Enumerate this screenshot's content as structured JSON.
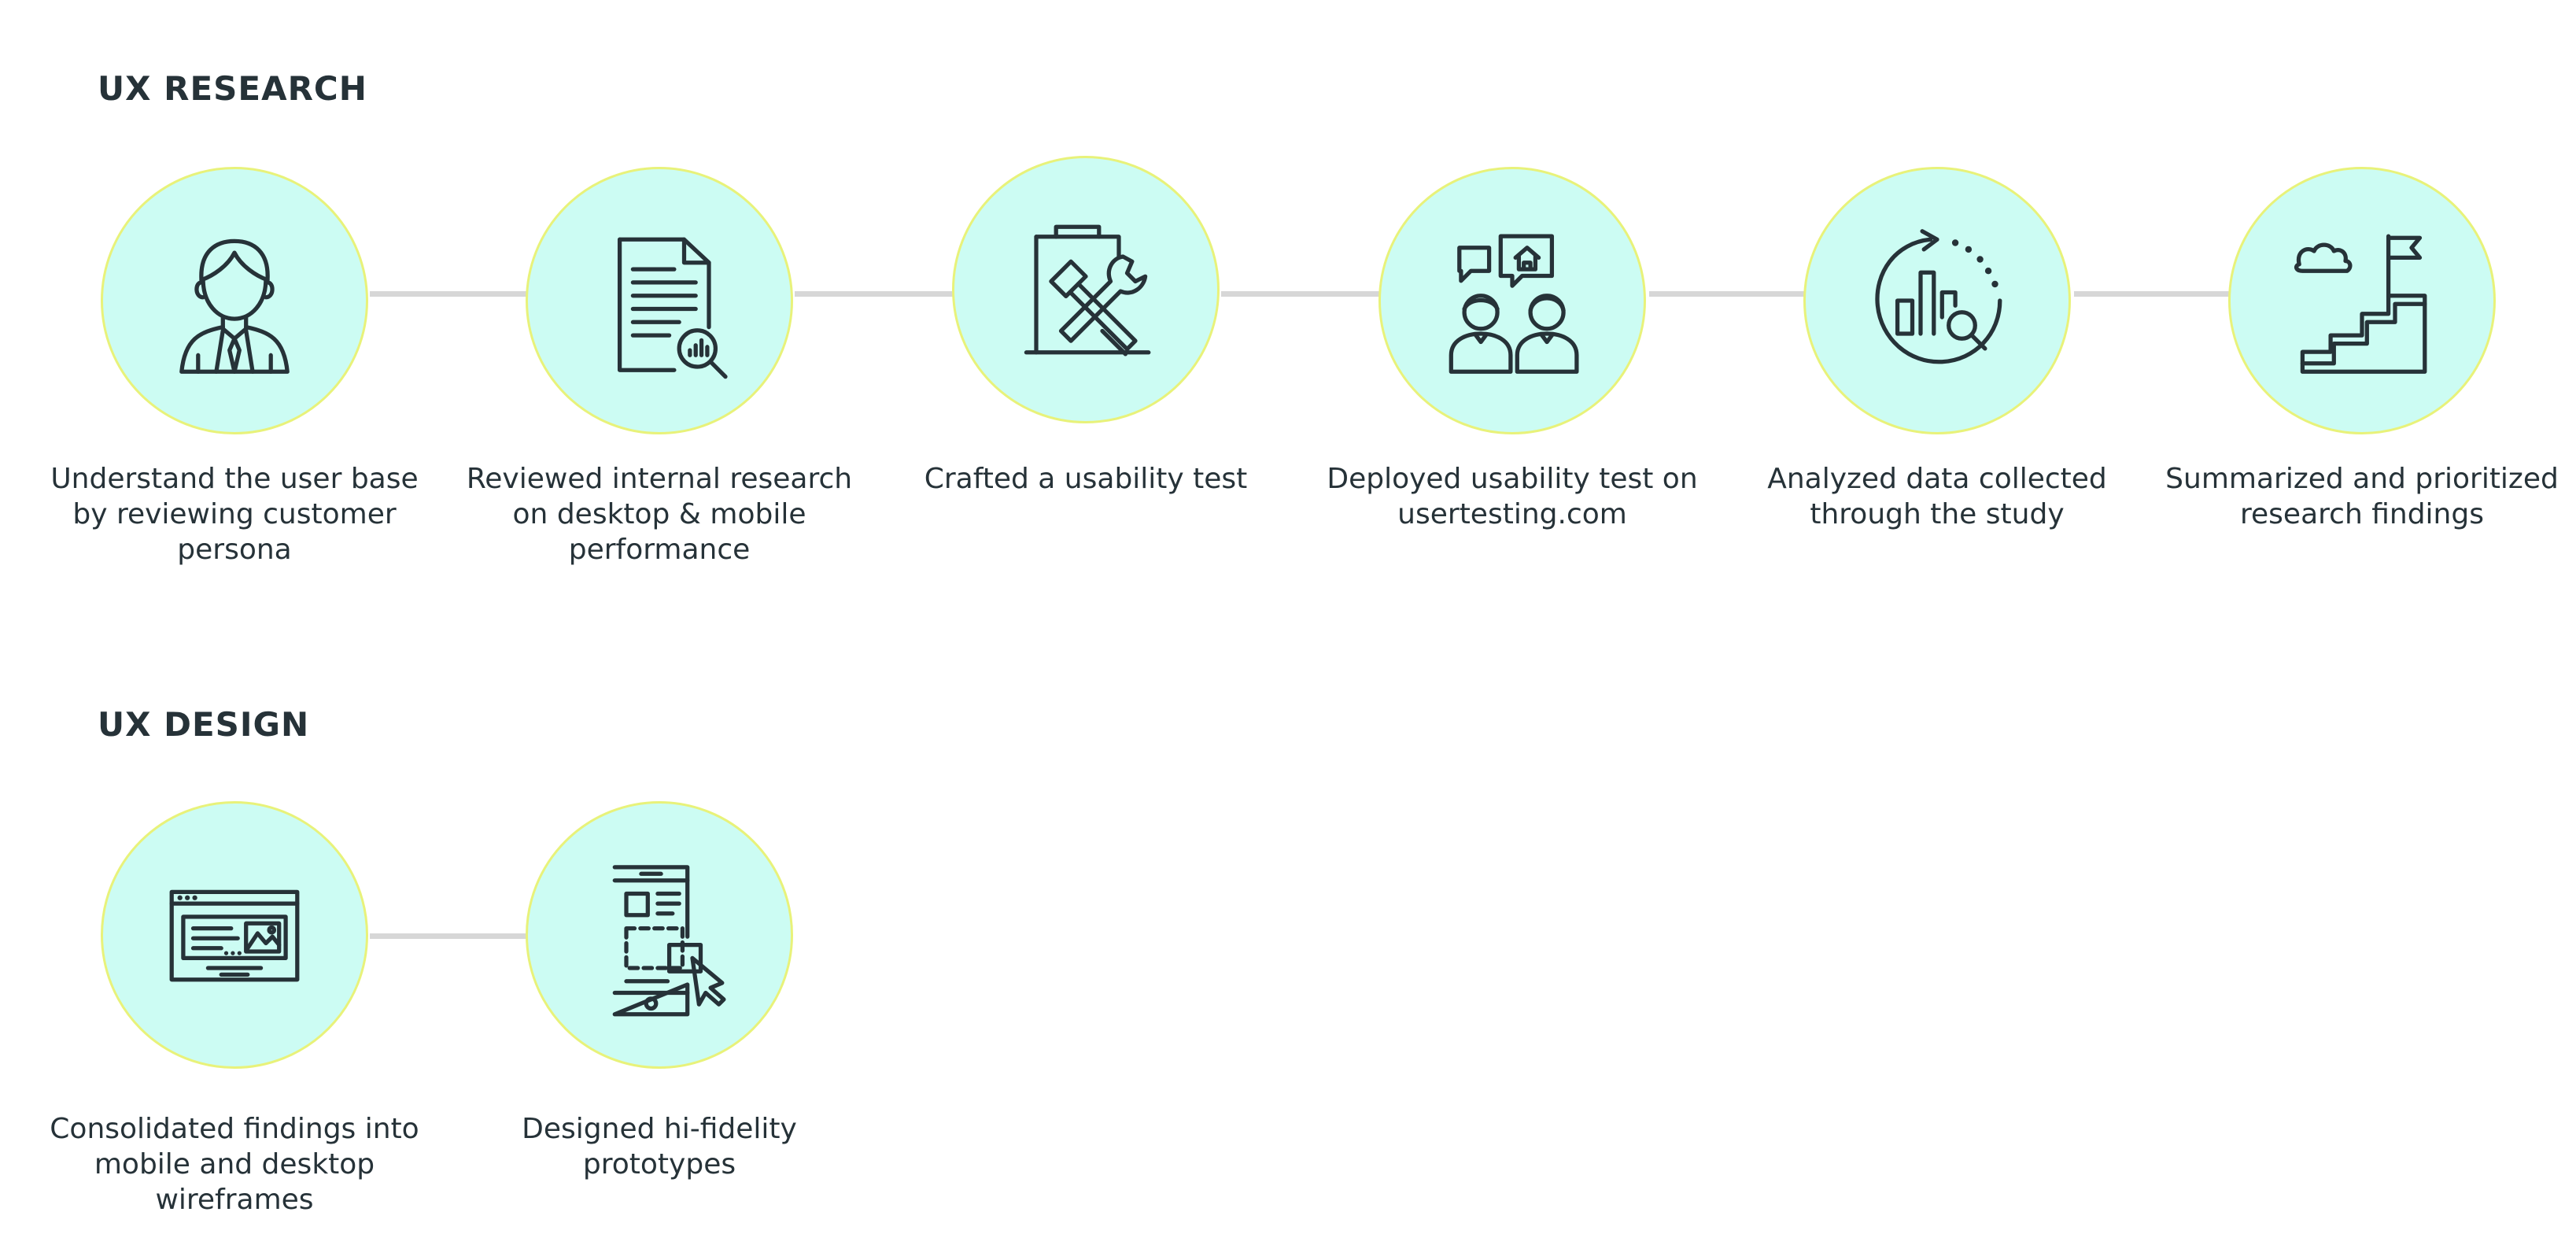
{
  "sections": {
    "research": {
      "title": "UX RESEARCH",
      "steps": [
        {
          "icon": "user-persona-icon",
          "label": "Understand the user base by reviewing customer persona"
        },
        {
          "icon": "document-search-icon",
          "label": "Reviewed internal research on desktop & mobile performance"
        },
        {
          "icon": "tools-icon",
          "label": "Crafted a usability test"
        },
        {
          "icon": "users-chat-icon",
          "label": "Deployed usability test on usertesting.com"
        },
        {
          "icon": "analytics-icon",
          "label": "Analyzed data collected through the study"
        },
        {
          "icon": "stairs-goal-icon",
          "label": "Summarized and prioritized research findings"
        }
      ]
    },
    "design": {
      "title": "UX DESIGN",
      "steps": [
        {
          "icon": "browser-wireframe-icon",
          "label": "Consolidated findings into mobile and desktop wireframes"
        },
        {
          "icon": "mobile-prototype-icon",
          "label": "Designed hi-fidelity prototypes"
        }
      ]
    }
  },
  "colors": {
    "circle_fill": "#ccfcf3",
    "circle_border": "#e8f27a",
    "connector": "#d7d7d7",
    "text": "#263238"
  }
}
